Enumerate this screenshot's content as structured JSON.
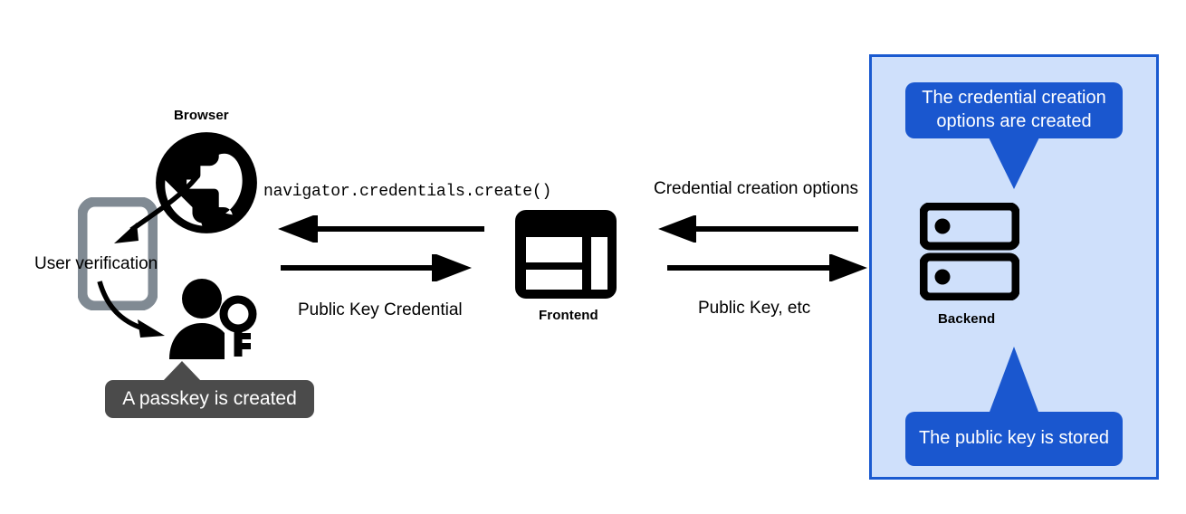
{
  "diagram": {
    "title_hidden": "WebAuthn passkey registration flow",
    "background": "#ffffff"
  },
  "colors": {
    "callout_blue": "#1a57cf",
    "panel_fill": "#cfe0fb",
    "panel_border": "#1a5ad0",
    "callout_grey": "#4b4b4b",
    "icon_black": "#000000",
    "icon_grey": "#808a93"
  },
  "nodes": {
    "browser": {
      "label": "Browser",
      "icon": "globe-icon"
    },
    "frontend": {
      "label": "Frontend",
      "icon": "dashboard-window-icon"
    },
    "backend": {
      "label": "Backend",
      "icon": "server-stack-icon"
    },
    "device": {
      "icon": "smartphone-icon"
    },
    "user": {
      "icon": "person-with-key-icon"
    }
  },
  "annotations": {
    "user_verification": "User verification",
    "passkey_created": "A passkey is created",
    "credential_options_created": "The credential creation options are created",
    "public_key_stored": "The public key is stored"
  },
  "messages": {
    "browser_frontend_top": "navigator.credentials.create()",
    "browser_frontend_bottom": "Public Key Credential",
    "frontend_backend_top": "Credential creation options",
    "frontend_backend_bottom": "Public Key, etc"
  }
}
